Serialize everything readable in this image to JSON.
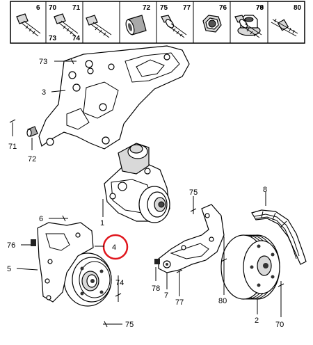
{
  "fastener_table": {
    "cells": [
      {
        "labels": [
          "6"
        ],
        "icon": "bolt-icon"
      },
      {
        "labels": [
          "70",
          "73"
        ],
        "icon": "bolt-icon"
      },
      {
        "labels": [
          "71",
          "74"
        ],
        "icon": "bolt-icon"
      },
      {
        "labels": [
          "72"
        ],
        "icon": "spacer-sleeve-icon"
      },
      {
        "labels": [
          "75"
        ],
        "icon": "flange-bolt-icon"
      },
      {
        "labels": [
          "77"
        ],
        "icon": "flange-bolt-icon"
      },
      {
        "labels": [
          "76"
        ],
        "icon": "hex-nut-icon"
      },
      {
        "labels": [
          "78"
        ],
        "icon": "flange-nut-icon"
      },
      {
        "labels": [
          "79"
        ],
        "icon": "flange-bolt-icon"
      },
      {
        "labels": [
          "80"
        ],
        "icon": "stud-icon"
      }
    ]
  },
  "callouts": {
    "c73": "73",
    "c3": "3",
    "c71": "71",
    "c72": "72",
    "c1": "1",
    "c75a": "75",
    "c8": "8",
    "c6": "6",
    "c4": "4",
    "c76": "76",
    "c5": "5",
    "c74": "74",
    "c75b": "75",
    "c78": "78",
    "c7": "7",
    "c77": "77",
    "c80": "80",
    "c2": "2",
    "c70": "70"
  },
  "highlight": {
    "callout": "4",
    "color": "#e0161d"
  }
}
